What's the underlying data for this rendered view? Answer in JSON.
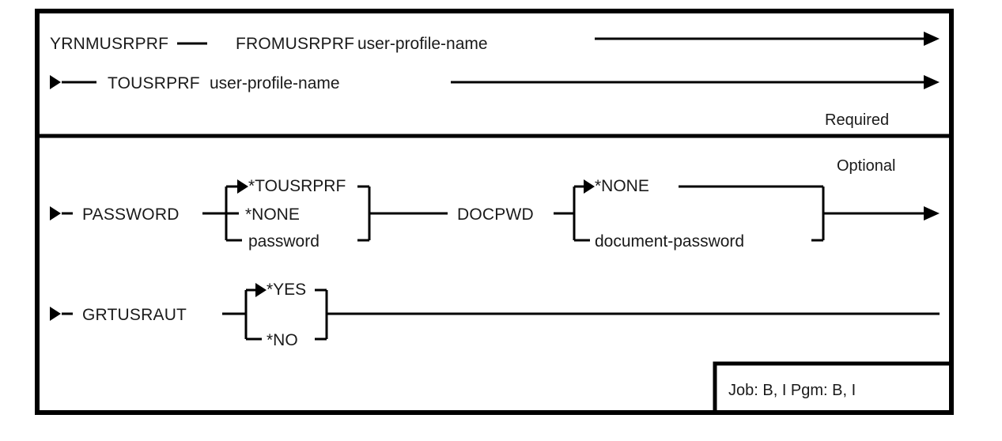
{
  "diagram": {
    "kind": "railroad-syntax-diagram",
    "command": "YRNMUSRPRF",
    "sections": [
      {
        "id": "required",
        "note": "Required",
        "rows": [
          {
            "id": "row-fromusrprf",
            "keyword": "FROMUSRPRF",
            "operand": "user-profile-name",
            "command_prefix": "YRNMUSRPRF",
            "connector": "—"
          },
          {
            "id": "row-tousrprf",
            "keyword": "TOUSRPRF",
            "operand": "user-profile-name",
            "connector": "—"
          }
        ]
      },
      {
        "id": "optional",
        "note": "Optional",
        "rows": [
          {
            "id": "row-password",
            "keyword": "PASSWORD",
            "choices": [
              "*TOUSRPRF",
              "*NONE",
              "password"
            ],
            "default": "*TOUSRPRF"
          },
          {
            "id": "row-docpwd",
            "keyword": "DOCPWD",
            "choices": [
              "*NONE",
              "document-password"
            ],
            "default": "*NONE"
          },
          {
            "id": "row-grtusraut",
            "keyword": "GRTUSRAUT",
            "choices": [
              "*YES",
              "*NO"
            ],
            "default": "*YES"
          }
        ]
      }
    ],
    "footer": {
      "id": "job-pgm-box",
      "text": "Job: B, I   Pgm: B, I"
    },
    "colors": {
      "ink": "#000000",
      "text": "#1a1a1a",
      "background": "#ffffff"
    }
  }
}
